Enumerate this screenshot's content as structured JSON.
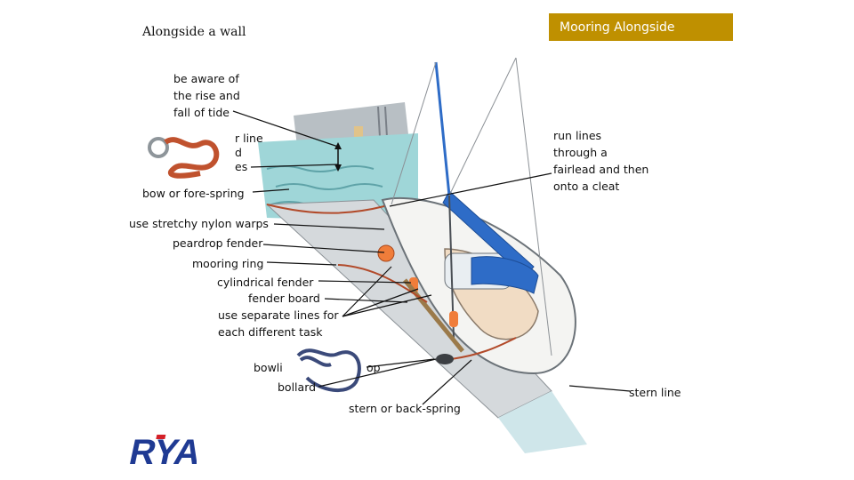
{
  "slide": {
    "subtitle": "Alongside a wall",
    "title": "Mooring Alongside",
    "accent_color": "#bf9000"
  },
  "labels": {
    "tide": [
      "be aware of",
      "the rise and",
      "fall of tide"
    ],
    "bow_line_fragments": [
      "r line",
      "d",
      "es"
    ],
    "bow_spring": "bow or fore-spring",
    "nylon_warps": "use stretchy nylon warps",
    "peardrop_fender": "peardrop fender",
    "mooring_ring": "mooring ring",
    "cylindrical_fender": "cylindrical fender",
    "fender_board": "fender board",
    "separate_lines": [
      "use separate lines for",
      "each different task"
    ],
    "bowline_fragment": "bowli",
    "loop_fragment": "op",
    "bollard": "bollard",
    "stern_spring": "stern or back-spring",
    "stern_line": "stern line",
    "fairlead": [
      "run lines",
      "through a",
      "fairlead and then",
      "onto a cleat"
    ]
  },
  "logo": {
    "text": "RYA",
    "color": "#1f3a93",
    "accent": "#d42027"
  }
}
